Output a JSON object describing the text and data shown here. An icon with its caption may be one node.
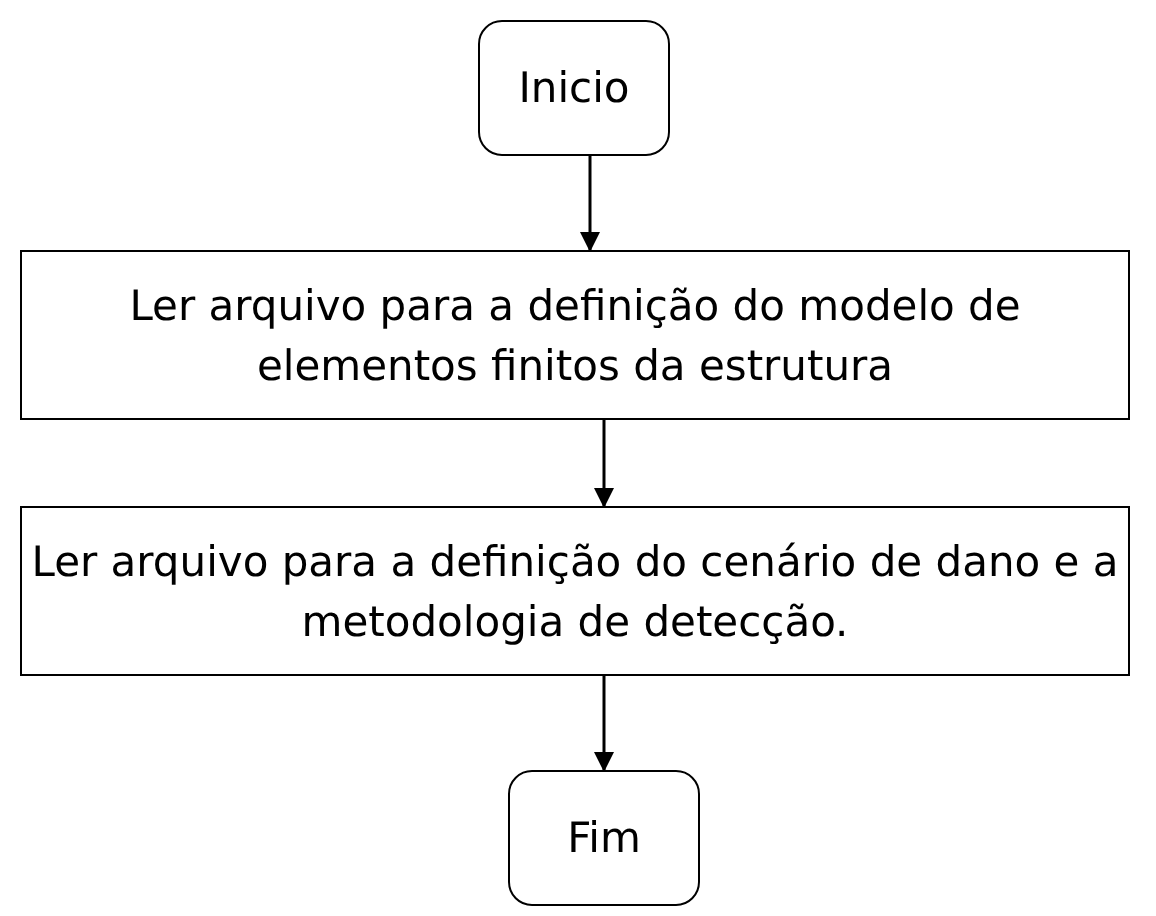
{
  "diagram": {
    "nodes": [
      {
        "text": [
          "Inicio"
        ]
      },
      {
        "text": [
          "Ler arquivo para a definição do modelo de elementos finitos da estrutura"
        ]
      },
      {
        "text": [
          "Ler arquivo para a definição do cenário de dano e a metodologia de detecção."
        ]
      },
      {
        "text": [
          "Fim"
        ]
      }
    ],
    "edges": [
      {
        "from": 0,
        "to": 1,
        "arrow": "to"
      },
      {
        "from": 1,
        "to": 2,
        "arrow": "to"
      },
      {
        "from": 2,
        "to": 3,
        "arrow": "to"
      }
    ]
  }
}
